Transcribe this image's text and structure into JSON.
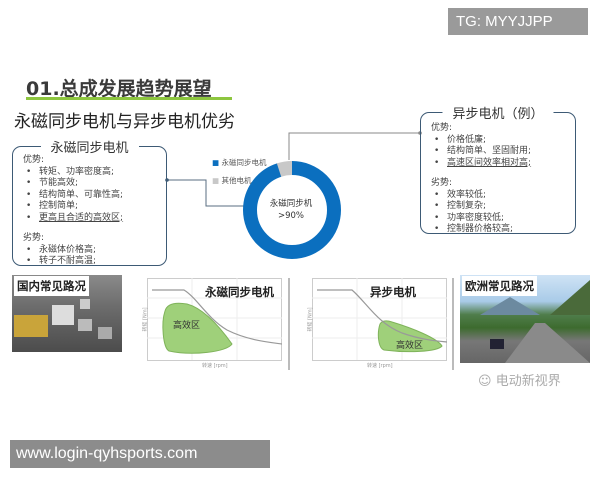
{
  "badge": "TG: MYYJJPP",
  "title": "01.总成发展趋势展望",
  "subtitle": "永磁同步电机与异步电机优劣",
  "pmsm_box": {
    "title": "永磁同步电机",
    "pros_label": "优势:",
    "pros": [
      "转矩、功率密度高;",
      "节能高效;",
      "结构简单、可靠性高;",
      "控制简单;",
      "更高且合适的高效区;"
    ],
    "cons_label": "劣势:",
    "cons": [
      "永磁体价格高;",
      "转子不耐高温;"
    ]
  },
  "async_box": {
    "title": "异步电机（例）",
    "pros_label": "优势:",
    "pros": [
      "价格低廉;",
      "结构简单、坚固耐用;",
      "高速区间效率相对高;"
    ],
    "cons_label": "劣势:",
    "cons": [
      "效率较低;",
      "控制复杂;",
      "功率密度较低;",
      "控制器价格较高;"
    ]
  },
  "donut": {
    "legend": [
      "永磁同步电机",
      "其他电机"
    ],
    "center_label": "永磁同步机",
    "center_value": ">90%",
    "share_pmsm_percent": 95,
    "colors": {
      "pmsm": "#0b6fbf",
      "other": "#c8c8c8"
    }
  },
  "bottom": {
    "photo_left_label": "国内常见路况",
    "photo_right_label": "欧洲常见路况",
    "chart_left": {
      "title": "永磁同步电机",
      "zone": "高效区",
      "ylabel": "转矩 [Nm]",
      "xlabel": "转速 [rpm]"
    },
    "chart_right": {
      "title": "异步电机",
      "zone": "高效区",
      "ylabel": "转矩 [Nm]",
      "xlabel": "转速 [rpm]"
    }
  },
  "watermark": "电动新视界",
  "footer": "www.login-qyhsports.com"
}
